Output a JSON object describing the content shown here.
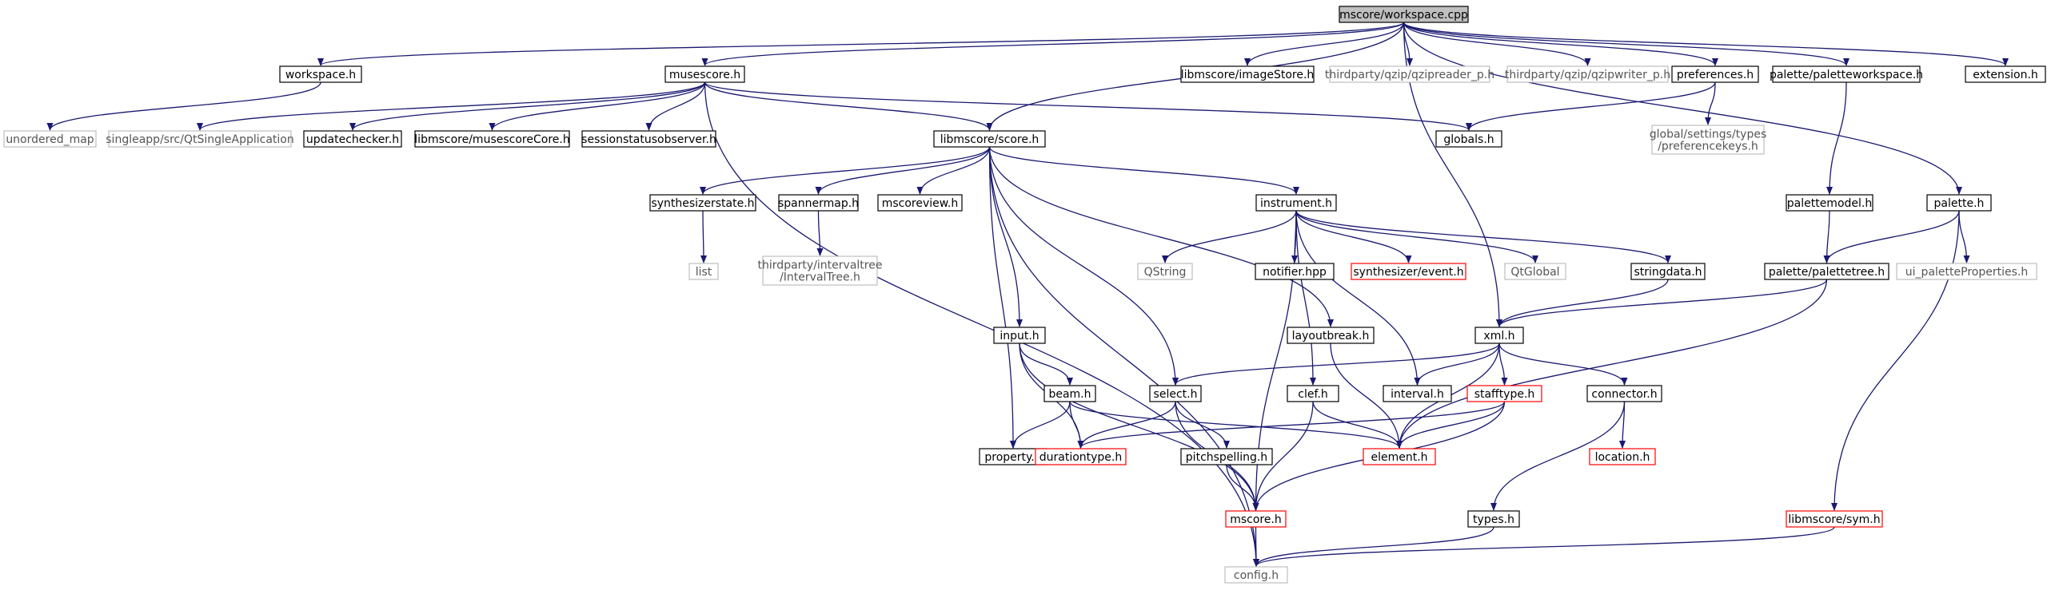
{
  "diagram": {
    "nodes": [
      {
        "id": "workspace_cpp",
        "label": "mscore/workspace.cpp",
        "style": "root",
        "lines": [
          "mscore/workspace.cpp"
        ]
      },
      {
        "id": "workspace_h",
        "label": "workspace.h",
        "style": "normal",
        "lines": [
          "workspace.h"
        ]
      },
      {
        "id": "musescore_h",
        "label": "musescore.h",
        "style": "normal",
        "lines": [
          "musescore.h"
        ]
      },
      {
        "id": "imageStore_h",
        "label": "libmscore/imageStore.h",
        "style": "normal",
        "lines": [
          "libmscore/imageStore.h"
        ]
      },
      {
        "id": "qzipreader",
        "label": "thirdparty/qzip/qzipreader_p.h",
        "style": "external",
        "lines": [
          "thirdparty/qzip/qzipreader_p.h"
        ]
      },
      {
        "id": "qzipwriter",
        "label": "thirdparty/qzip/qzipwriter_p.h",
        "style": "external",
        "lines": [
          "thirdparty/qzip/qzipwriter_p.h"
        ]
      },
      {
        "id": "preferences_h",
        "label": "preferences.h",
        "style": "normal",
        "lines": [
          "preferences.h"
        ]
      },
      {
        "id": "paletteworkspace_h",
        "label": "palette/paletteworkspace.h",
        "style": "normal",
        "lines": [
          "palette/paletteworkspace.h"
        ]
      },
      {
        "id": "extension_h",
        "label": "extension.h",
        "style": "normal",
        "lines": [
          "extension.h"
        ]
      },
      {
        "id": "unordered_map",
        "label": "unordered_map",
        "style": "external",
        "lines": [
          "unordered_map"
        ]
      },
      {
        "id": "qtsingleapp",
        "label": "singleapp/src/QtSingleApplication",
        "style": "external",
        "lines": [
          "singleapp/src/QtSingleApplication"
        ]
      },
      {
        "id": "updatechecker_h",
        "label": "updatechecker.h",
        "style": "normal",
        "lines": [
          "updatechecker.h"
        ]
      },
      {
        "id": "musescoreCore_h",
        "label": "libmscore/musescoreCore.h",
        "style": "normal",
        "lines": [
          "libmscore/musescoreCore.h"
        ]
      },
      {
        "id": "sessionstatus_h",
        "label": "sessionstatusobserver.h",
        "style": "normal",
        "lines": [
          "sessionstatusobserver.h"
        ]
      },
      {
        "id": "score_h",
        "label": "libmscore/score.h",
        "style": "normal",
        "lines": [
          "libmscore/score.h"
        ]
      },
      {
        "id": "globals_h",
        "label": "globals.h",
        "style": "normal",
        "lines": [
          "globals.h"
        ]
      },
      {
        "id": "prefkeys_h",
        "label": "global/settings/types/preferencekeys.h",
        "style": "external",
        "lines": [
          "global/settings/types",
          "/preferencekeys.h"
        ]
      },
      {
        "id": "synthstate_h",
        "label": "synthesizerstate.h",
        "style": "normal",
        "lines": [
          "synthesizerstate.h"
        ]
      },
      {
        "id": "spannermap_h",
        "label": "spannermap.h",
        "style": "normal",
        "lines": [
          "spannermap.h"
        ]
      },
      {
        "id": "mscoreview_h",
        "label": "mscoreview.h",
        "style": "normal",
        "lines": [
          "mscoreview.h"
        ]
      },
      {
        "id": "instrument_h",
        "label": "instrument.h",
        "style": "normal",
        "lines": [
          "instrument.h"
        ]
      },
      {
        "id": "palettemodel_h",
        "label": "palettemodel.h",
        "style": "normal",
        "lines": [
          "palettemodel.h"
        ]
      },
      {
        "id": "palette_h",
        "label": "palette.h",
        "style": "normal",
        "lines": [
          "palette.h"
        ]
      },
      {
        "id": "list",
        "label": "list",
        "style": "external",
        "lines": [
          "list"
        ]
      },
      {
        "id": "intervaltree",
        "label": "thirdparty/intervaltree/IntervalTree.h",
        "style": "external",
        "lines": [
          "thirdparty/intervaltree",
          "/IntervalTree.h"
        ]
      },
      {
        "id": "qstring",
        "label": "QString",
        "style": "external",
        "lines": [
          "QString"
        ]
      },
      {
        "id": "notifier_hpp",
        "label": "notifier.hpp",
        "style": "normal",
        "lines": [
          "notifier.hpp"
        ]
      },
      {
        "id": "synth_event_h",
        "label": "synthesizer/event.h",
        "style": "truncated",
        "lines": [
          "synthesizer/event.h"
        ]
      },
      {
        "id": "qtglobal",
        "label": "QtGlobal",
        "style": "external",
        "lines": [
          "QtGlobal"
        ]
      },
      {
        "id": "stringdata_h",
        "label": "stringdata.h",
        "style": "normal",
        "lines": [
          "stringdata.h"
        ]
      },
      {
        "id": "palettetree_h",
        "label": "palette/palettetree.h",
        "style": "normal",
        "lines": [
          "palette/palettetree.h"
        ]
      },
      {
        "id": "ui_paletteprops",
        "label": "ui_paletteProperties.h",
        "style": "external",
        "lines": [
          "ui_paletteProperties.h"
        ]
      },
      {
        "id": "input_h",
        "label": "input.h",
        "style": "normal",
        "lines": [
          "input.h"
        ]
      },
      {
        "id": "layoutbreak_h",
        "label": "layoutbreak.h",
        "style": "normal",
        "lines": [
          "layoutbreak.h"
        ]
      },
      {
        "id": "xml_h",
        "label": "xml.h",
        "style": "normal",
        "lines": [
          "xml.h"
        ]
      },
      {
        "id": "beam_h",
        "label": "beam.h",
        "style": "normal",
        "lines": [
          "beam.h"
        ]
      },
      {
        "id": "select_h",
        "label": "select.h",
        "style": "normal",
        "lines": [
          "select.h"
        ]
      },
      {
        "id": "clef_h",
        "label": "clef.h",
        "style": "normal",
        "lines": [
          "clef.h"
        ]
      },
      {
        "id": "interval_h",
        "label": "interval.h",
        "style": "normal",
        "lines": [
          "interval.h"
        ]
      },
      {
        "id": "stafftype_h",
        "label": "stafftype.h",
        "style": "truncated",
        "lines": [
          "stafftype.h"
        ]
      },
      {
        "id": "connector_h",
        "label": "connector.h",
        "style": "normal",
        "lines": [
          "connector.h"
        ]
      },
      {
        "id": "property_h",
        "label": "property.h",
        "style": "normal",
        "lines": [
          "property.h"
        ]
      },
      {
        "id": "durationtype_h",
        "label": "durationtype.h",
        "style": "truncated",
        "lines": [
          "durationtype.h"
        ]
      },
      {
        "id": "pitchspelling_h",
        "label": "pitchspelling.h",
        "style": "normal",
        "lines": [
          "pitchspelling.h"
        ]
      },
      {
        "id": "element_h",
        "label": "element.h",
        "style": "truncated",
        "lines": [
          "element.h"
        ]
      },
      {
        "id": "location_h",
        "label": "location.h",
        "style": "truncated",
        "lines": [
          "location.h"
        ]
      },
      {
        "id": "mscore_h",
        "label": "mscore.h",
        "style": "truncated",
        "lines": [
          "mscore.h"
        ]
      },
      {
        "id": "types_h",
        "label": "types.h",
        "style": "normal",
        "lines": [
          "types.h"
        ]
      },
      {
        "id": "sym_h",
        "label": "libmscore/sym.h",
        "style": "truncated",
        "lines": [
          "libmscore/sym.h"
        ]
      },
      {
        "id": "config_h",
        "label": "config.h",
        "style": "external",
        "lines": [
          "config.h"
        ]
      }
    ],
    "edges": [
      [
        "workspace_cpp",
        "workspace_h"
      ],
      [
        "workspace_cpp",
        "musescore_h"
      ],
      [
        "workspace_cpp",
        "score_h"
      ],
      [
        "workspace_cpp",
        "imageStore_h"
      ],
      [
        "workspace_cpp",
        "qzipreader"
      ],
      [
        "workspace_cpp",
        "qzipwriter"
      ],
      [
        "workspace_cpp",
        "preferences_h"
      ],
      [
        "workspace_cpp",
        "paletteworkspace_h"
      ],
      [
        "workspace_cpp",
        "xml_h"
      ],
      [
        "workspace_cpp",
        "palette_h"
      ],
      [
        "workspace_cpp",
        "extension_h"
      ],
      [
        "workspace_h",
        "unordered_map"
      ],
      [
        "musescore_h",
        "qtsingleapp"
      ],
      [
        "musescore_h",
        "updatechecker_h"
      ],
      [
        "musescore_h",
        "musescoreCore_h"
      ],
      [
        "musescore_h",
        "sessionstatus_h"
      ],
      [
        "musescore_h",
        "score_h"
      ],
      [
        "musescore_h",
        "globals_h"
      ],
      [
        "musescore_h",
        "config_h"
      ],
      [
        "preferences_h",
        "globals_h"
      ],
      [
        "preferences_h",
        "prefkeys_h"
      ],
      [
        "paletteworkspace_h",
        "palettemodel_h"
      ],
      [
        "palettemodel_h",
        "palettetree_h"
      ],
      [
        "palette_h",
        "palettetree_h"
      ],
      [
        "palette_h",
        "ui_paletteprops"
      ],
      [
        "palette_h",
        "sym_h"
      ],
      [
        "score_h",
        "synthstate_h"
      ],
      [
        "score_h",
        "spannermap_h"
      ],
      [
        "score_h",
        "mscoreview_h"
      ],
      [
        "score_h",
        "instrument_h"
      ],
      [
        "score_h",
        "layoutbreak_h"
      ],
      [
        "score_h",
        "input_h"
      ],
      [
        "score_h",
        "select_h"
      ],
      [
        "score_h",
        "property_h"
      ],
      [
        "score_h",
        "config_h"
      ],
      [
        "synthstate_h",
        "list"
      ],
      [
        "spannermap_h",
        "intervaltree"
      ],
      [
        "instrument_h",
        "qstring"
      ],
      [
        "instrument_h",
        "notifier_hpp"
      ],
      [
        "instrument_h",
        "synth_event_h"
      ],
      [
        "instrument_h",
        "qtglobal"
      ],
      [
        "instrument_h",
        "stringdata_h"
      ],
      [
        "instrument_h",
        "clef_h"
      ],
      [
        "instrument_h",
        "interval_h"
      ],
      [
        "instrument_h",
        "mscore_h"
      ],
      [
        "stringdata_h",
        "xml_h"
      ],
      [
        "palettetree_h",
        "xml_h"
      ],
      [
        "palettetree_h",
        "element_h"
      ],
      [
        "xml_h",
        "select_h"
      ],
      [
        "xml_h",
        "interval_h"
      ],
      [
        "xml_h",
        "stafftype_h"
      ],
      [
        "xml_h",
        "connector_h"
      ],
      [
        "xml_h",
        "element_h"
      ],
      [
        "layoutbreak_h",
        "element_h"
      ],
      [
        "input_h",
        "beam_h"
      ],
      [
        "input_h",
        "durationtype_h"
      ],
      [
        "input_h",
        "mscore_h"
      ],
      [
        "beam_h",
        "property_h"
      ],
      [
        "beam_h",
        "durationtype_h"
      ],
      [
        "beam_h",
        "element_h"
      ],
      [
        "select_h",
        "durationtype_h"
      ],
      [
        "select_h",
        "pitchspelling_h"
      ],
      [
        "select_h",
        "mscore_h"
      ],
      [
        "clef_h",
        "element_h"
      ],
      [
        "clef_h",
        "mscore_h"
      ],
      [
        "stafftype_h",
        "durationtype_h"
      ],
      [
        "stafftype_h",
        "element_h"
      ],
      [
        "stafftype_h",
        "mscore_h"
      ],
      [
        "connector_h",
        "location_h"
      ],
      [
        "connector_h",
        "types_h"
      ],
      [
        "pitchspelling_h",
        "mscore_h"
      ],
      [
        "mscore_h",
        "config_h"
      ],
      [
        "types_h",
        "config_h"
      ],
      [
        "sym_h",
        "config_h"
      ]
    ]
  },
  "colors": {
    "edge": "#191970",
    "normal_border": "#000000",
    "external_border": "#bfbfbf",
    "truncated_border": "#ff0000",
    "root_fill": "#bfbfbf",
    "text": "#000000",
    "external_text": "#555555"
  }
}
